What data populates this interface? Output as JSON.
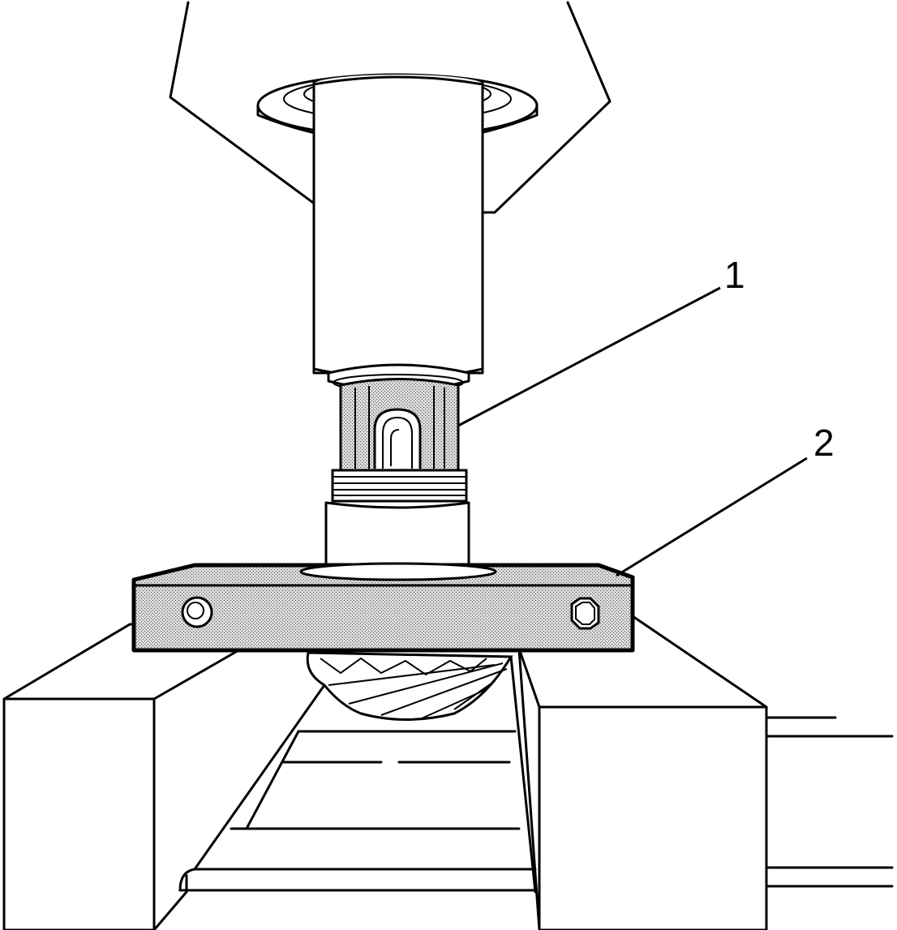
{
  "callouts": [
    {
      "label": "1",
      "target": "tool"
    },
    {
      "label": "2",
      "target": "plate"
    }
  ],
  "colors": {
    "line": "#000000",
    "background": "#ffffff",
    "hatch_fill": "#c8c8c8"
  }
}
